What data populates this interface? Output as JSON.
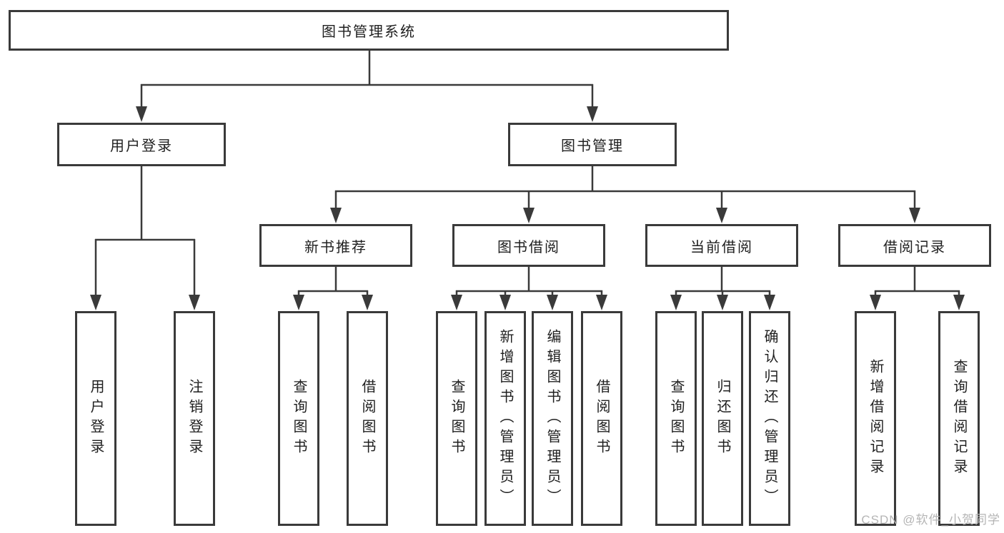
{
  "colors": {
    "line": "#3a3a3a",
    "box_border": "#3a3a3a",
    "text": "#1f1f1f",
    "watermark": "#b5b5b5",
    "background": "#ffffff"
  },
  "tree": {
    "label": "图书管理系统",
    "children": [
      {
        "label": "用户登录",
        "children": [
          {
            "label": "用户登录"
          },
          {
            "label": "注销登录"
          }
        ]
      },
      {
        "label": "图书管理",
        "children": [
          {
            "label": "新书推荐",
            "children": [
              {
                "label": "查询图书"
              },
              {
                "label": "借阅图书"
              }
            ]
          },
          {
            "label": "图书借阅",
            "children": [
              {
                "label": "查询图书"
              },
              {
                "label": "新增图书（管理员）"
              },
              {
                "label": "编辑图书（管理员）"
              },
              {
                "label": "借阅图书"
              }
            ]
          },
          {
            "label": "当前借阅",
            "children": [
              {
                "label": "查询图书"
              },
              {
                "label": "归还图书"
              },
              {
                "label": "确认归还（管理员）"
              }
            ]
          },
          {
            "label": "借阅记录",
            "children": [
              {
                "label": "新增借阅记录"
              },
              {
                "label": "查询借阅记录"
              }
            ]
          }
        ]
      }
    ]
  },
  "watermark": {
    "text": "CSDN @软件_小贺同学"
  }
}
